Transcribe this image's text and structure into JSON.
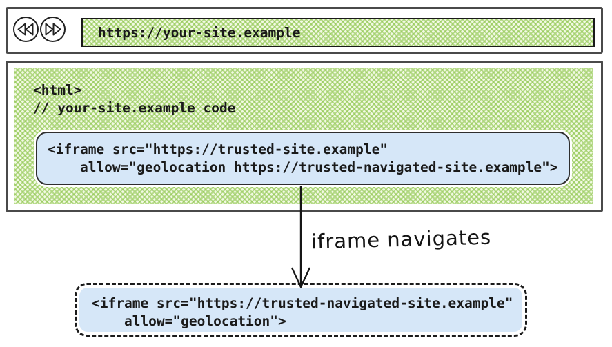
{
  "colors": {
    "hatch_green": "#8dc64d",
    "hatch_background": "#f2f9e3",
    "code_box_blue": "#d6e7f8",
    "frame_gray": "#4a4a4a",
    "ink": "#1a1a1a"
  },
  "browser": {
    "url": "https://your-site.example"
  },
  "icons": {
    "back": "double-triangle-left-circle",
    "forward": "double-triangle-right-circle"
  },
  "page_code": {
    "line1": "<html>",
    "line2": "// your-site.example code"
  },
  "iframe_box": {
    "line1": "<iframe src=\"https://trusted-site.example\"",
    "line2": "    allow=\"geolocation https://trusted-navigated-site.example\">"
  },
  "arrow": {
    "label": "iframe navigates"
  },
  "navigated_iframe_box": {
    "line1": "<iframe src=\"https://trusted-navigated-site.example\"",
    "line2": "    allow=\"geolocation\">"
  }
}
